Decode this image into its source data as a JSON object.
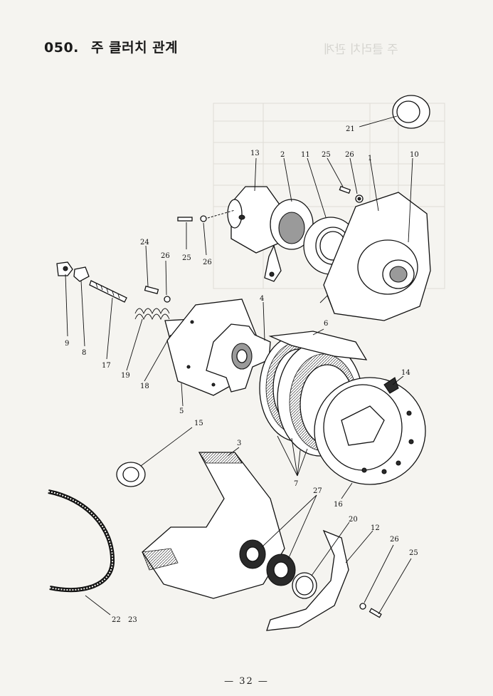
{
  "header": {
    "section_number": "050.",
    "section_title": "주 클러치 관계"
  },
  "bleed_through_text": "주 클러치 관계",
  "page_number": "— 32 —",
  "callouts": {
    "c1": "1",
    "c2": "2",
    "c3": "3",
    "c4": "4",
    "c5": "5",
    "c6": "6",
    "c7": "7",
    "c8": "8",
    "c9": "9",
    "c10": "10",
    "c11": "11",
    "c12": "12",
    "c13": "13",
    "c14": "14",
    "c15": "15",
    "c16": "16",
    "c17": "17",
    "c18": "18",
    "c19": "19",
    "c20": "20",
    "c21": "21",
    "c22": "22",
    "c23": "23",
    "c24": "24",
    "c25a": "25",
    "c25b": "25",
    "c25c": "25",
    "c26a": "26",
    "c26b": "26",
    "c26c": "26",
    "c26d": "26",
    "c27": "27"
  }
}
